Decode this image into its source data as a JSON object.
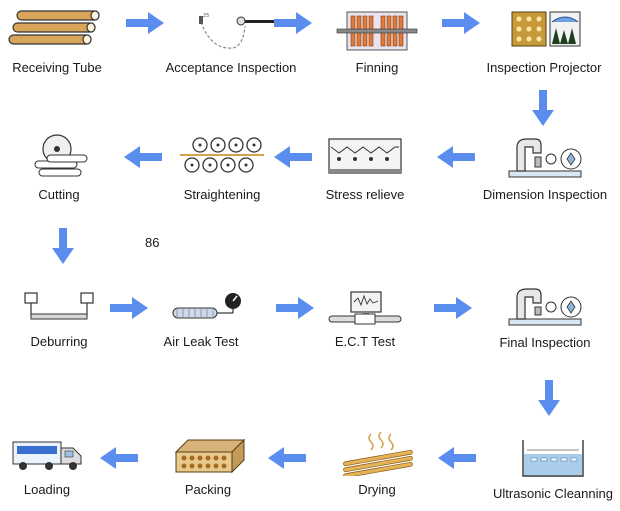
{
  "colors": {
    "arrow": "#5b8def",
    "line": "#333333",
    "accent": "#d4a24a"
  },
  "steps": [
    {
      "id": "receiving-tube",
      "label": "Receiving Tube",
      "icon": "tube-bundle-icon"
    },
    {
      "id": "acceptance-inspection",
      "label": "Acceptance Inspection",
      "icon": "caliper-icon"
    },
    {
      "id": "finning",
      "label": "Finning",
      "icon": "finning-machine-icon"
    },
    {
      "id": "inspection-projector",
      "label": "Inspection Projector",
      "icon": "projector-icon"
    },
    {
      "id": "dimension-inspection",
      "label": "Dimension Inspection",
      "icon": "dimension-gauge-icon"
    },
    {
      "id": "stress-relieve",
      "label": "Stress relieve",
      "icon": "furnace-icon"
    },
    {
      "id": "straightening",
      "label": "Straightening",
      "icon": "roller-icon"
    },
    {
      "id": "cutting",
      "label": "Cutting",
      "icon": "saw-blade-icon"
    },
    {
      "id": "deburring",
      "label": "Deburring",
      "icon": "deburr-tool-icon"
    },
    {
      "id": "air-leak-test",
      "label": "Air Leak Test",
      "icon": "air-gauge-icon"
    },
    {
      "id": "ect-test",
      "label": "E.C.T Test",
      "icon": "ect-monitor-icon"
    },
    {
      "id": "final-inspection",
      "label": "Final Inspection",
      "icon": "final-gauge-icon"
    },
    {
      "id": "ultrasonic-cleaning",
      "label": "Ultrasonic Cleanning",
      "icon": "ultrasonic-tank-icon"
    },
    {
      "id": "drying",
      "label": "Drying",
      "icon": "drying-tubes-icon"
    },
    {
      "id": "packing",
      "label": "Packing",
      "icon": "crate-icon"
    },
    {
      "id": "loading",
      "label": "Loading",
      "icon": "truck-icon"
    }
  ],
  "stray_label": "86"
}
